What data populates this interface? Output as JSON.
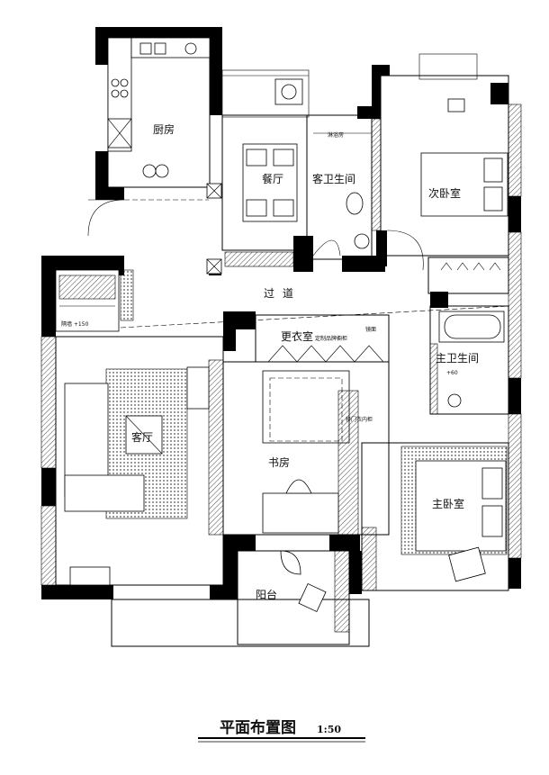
{
  "drawing": {
    "title": "平面布置图",
    "scale": "1:50"
  },
  "rooms": {
    "kitchen": "厨房",
    "dining": "餐厅",
    "guest_bath": "客卫生间",
    "second_bedroom": "次卧室",
    "corridor": "过道",
    "cloakroom": "更衣室",
    "cloakroom_note": "定制品牌橱柜",
    "living": "客厅",
    "study": "书房",
    "master_bath": "主卫生间",
    "master_bedroom": "主卧室",
    "balcony": "阳台"
  },
  "notes": {
    "shower": "淋浴房",
    "mirror": "镜面",
    "partition_wall": "隔墙 +150",
    "level_mark": "+60",
    "built_in": "移门衣内柜"
  },
  "colors": {
    "wall": "#000000",
    "line": "#000000",
    "background": "#ffffff"
  }
}
